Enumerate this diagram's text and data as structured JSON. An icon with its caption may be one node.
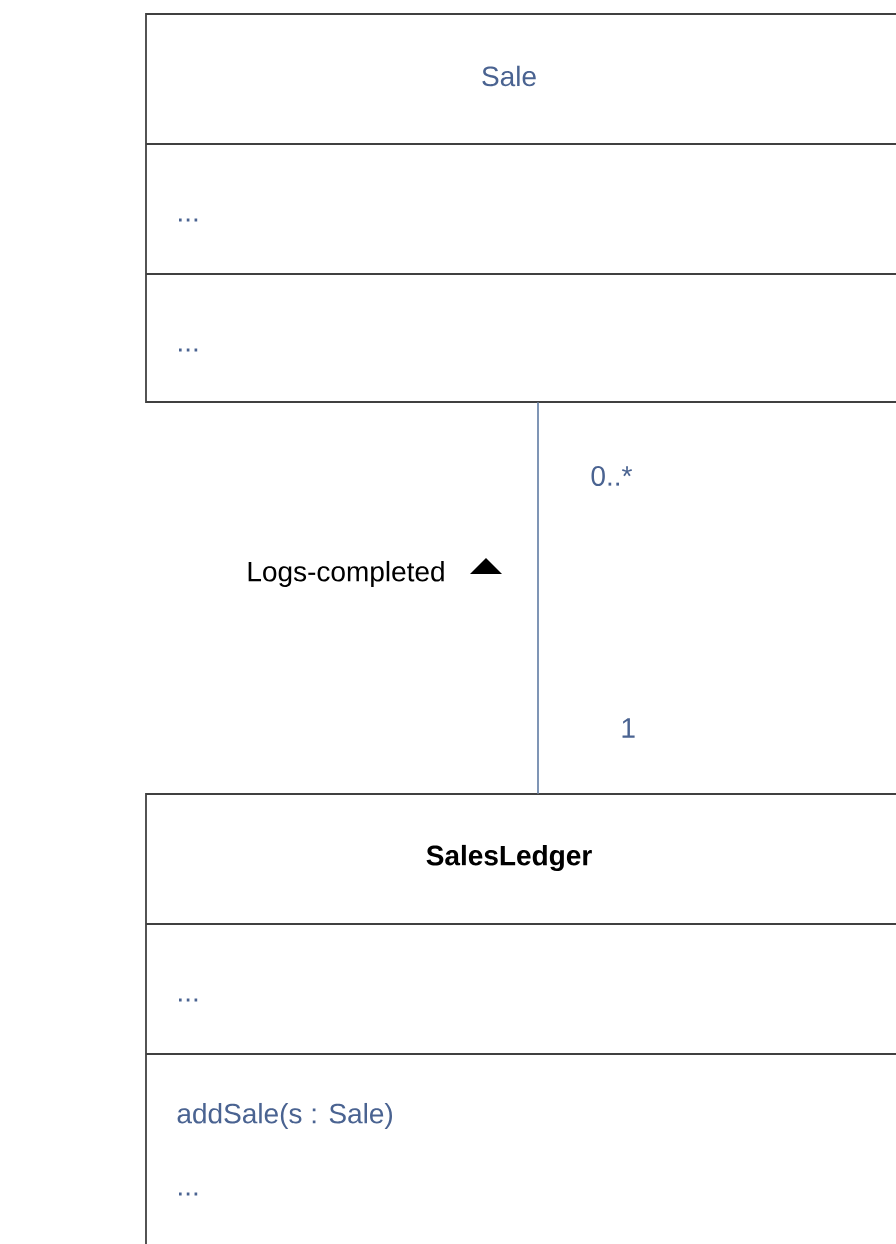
{
  "diagram": {
    "nodes": [
      {
        "text": [
          "Sale",
          "...",
          "..."
        ]
      },
      {
        "text": [
          "SalesLedger",
          "...",
          "addSale(s : Sale)",
          "..."
        ]
      }
    ],
    "edges": [
      {
        "from": 0,
        "to": 1,
        "arrow": "none",
        "label": "Logs-completed",
        "color": "#7f95b5"
      }
    ],
    "labels": [
      "0..*",
      "1"
    ]
  }
}
